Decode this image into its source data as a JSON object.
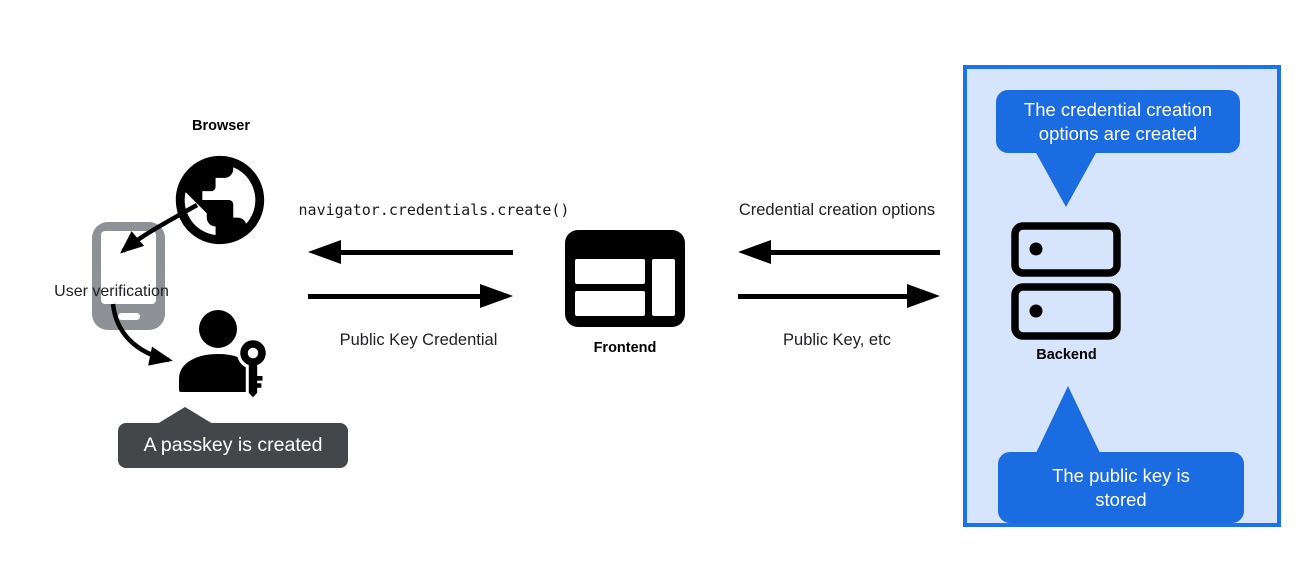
{
  "diagram": {
    "left": {
      "browser_label": "Browser",
      "user_verification_label": "User verification",
      "passkey_tooltip": "A passkey is created"
    },
    "frontend": {
      "label": "Frontend"
    },
    "backend": {
      "label": "Backend"
    },
    "messages": {
      "create_call": "navigator.credentials.create()",
      "public_key_credential": "Public Key Credential",
      "credential_creation_options": "Credential creation options",
      "public_key_etc": "Public Key, etc"
    },
    "backend_panel": {
      "bubble_top": {
        "line1": "The credential creation",
        "line2": "options are created"
      },
      "bubble_bottom": {
        "line1": "The public key is",
        "line2": "stored"
      }
    },
    "colors": {
      "bubble_blue": "#1b6ce0",
      "panel_fill": "#d7e5fc",
      "panel_border": "#1a73e8",
      "tooltip_gray": "#44474a",
      "phone_gray": "#8e9196",
      "icon_black": "#000000"
    }
  }
}
